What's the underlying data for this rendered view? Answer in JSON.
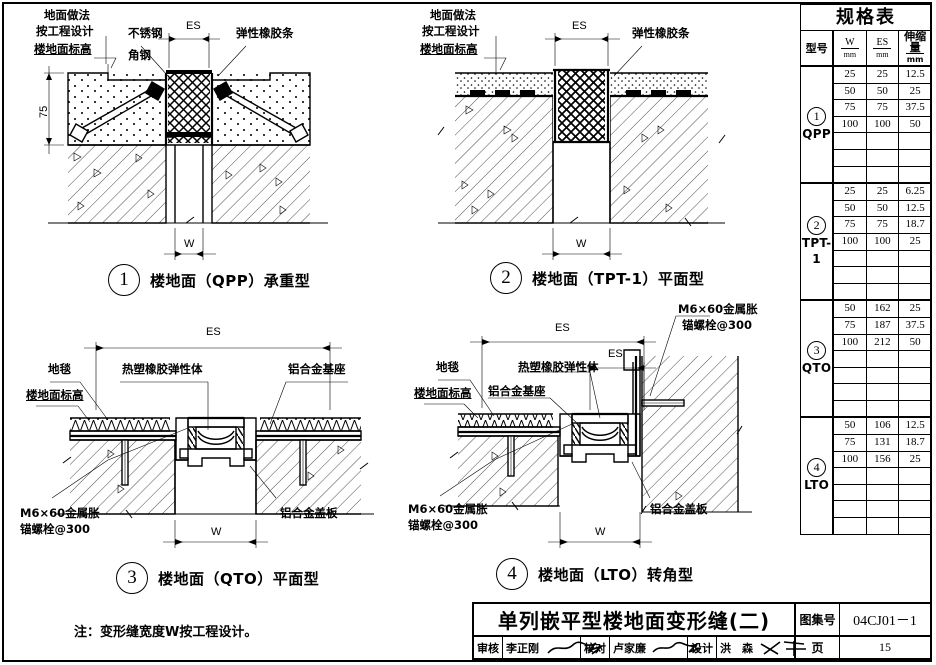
{
  "sheet": {
    "note": "注：变形缝宽度W按工程设计。"
  },
  "details": [
    {
      "number": "1",
      "caption": "楼地面（QPP）承重型",
      "dims": {
        "es": "ES",
        "w": "W",
        "height": "75"
      },
      "labels": [
        "地面做法",
        "按工程设计",
        "楼地面标高",
        "不锈钢",
        "角钢",
        "弹性橡胶条"
      ]
    },
    {
      "number": "2",
      "caption": "楼地面（TPT-1）平面型",
      "dims": {
        "es": "ES",
        "w": "W"
      },
      "labels": [
        "地面做法",
        "按工程设计",
        "楼地面标高",
        "弹性橡胶条"
      ]
    },
    {
      "number": "3",
      "caption": "楼地面（QTO）平面型",
      "dims": {
        "es": "ES",
        "w": "W"
      },
      "labels": [
        "地毯",
        "楼地面标高",
        "热塑橡胶弹性体",
        "铝合金基座",
        "M6×60金属胀",
        "锚螺栓@300",
        "铝合金盖板"
      ]
    },
    {
      "number": "4",
      "caption": "楼地面（LTO）转角型",
      "dims": {
        "es": "ES",
        "es2": "ES",
        "w": "W"
      },
      "labels": [
        "地毯",
        "楼地面标高",
        "热塑橡胶弹性体",
        "铝合金基座",
        "M6×60金属胀",
        "锚螺栓@300",
        "M6×60金属胀",
        "锚螺栓@300",
        "铝合金盖板"
      ]
    }
  ],
  "spec_table": {
    "title": "规格表",
    "headers": {
      "type": "型号",
      "w": "W",
      "w_unit": "mm",
      "es": "ES",
      "es_unit": "mm",
      "travel": "伸缩量",
      "travel_unit": "mm"
    },
    "groups": [
      {
        "index": "1",
        "name": "QPP",
        "rows": [
          {
            "w": "25",
            "es": "25",
            "travel": "12.5"
          },
          {
            "w": "50",
            "es": "50",
            "travel": "25"
          },
          {
            "w": "75",
            "es": "75",
            "travel": "37.5"
          },
          {
            "w": "100",
            "es": "100",
            "travel": "50"
          },
          {
            "w": "",
            "es": "",
            "travel": ""
          },
          {
            "w": "",
            "es": "",
            "travel": ""
          },
          {
            "w": "",
            "es": "",
            "travel": ""
          }
        ]
      },
      {
        "index": "2",
        "name": "TPT-1",
        "rows": [
          {
            "w": "25",
            "es": "25",
            "travel": "6.25"
          },
          {
            "w": "50",
            "es": "50",
            "travel": "12.5"
          },
          {
            "w": "75",
            "es": "75",
            "travel": "18.7"
          },
          {
            "w": "100",
            "es": "100",
            "travel": "25"
          },
          {
            "w": "",
            "es": "",
            "travel": ""
          },
          {
            "w": "",
            "es": "",
            "travel": ""
          },
          {
            "w": "",
            "es": "",
            "travel": ""
          }
        ]
      },
      {
        "index": "3",
        "name": "QTO",
        "rows": [
          {
            "w": "50",
            "es": "162",
            "travel": "25"
          },
          {
            "w": "75",
            "es": "187",
            "travel": "37.5"
          },
          {
            "w": "100",
            "es": "212",
            "travel": "50"
          },
          {
            "w": "",
            "es": "",
            "travel": ""
          },
          {
            "w": "",
            "es": "",
            "travel": ""
          },
          {
            "w": "",
            "es": "",
            "travel": ""
          },
          {
            "w": "",
            "es": "",
            "travel": ""
          }
        ]
      },
      {
        "index": "4",
        "name": "LTO",
        "rows": [
          {
            "w": "50",
            "es": "106",
            "travel": "12.5"
          },
          {
            "w": "75",
            "es": "131",
            "travel": "18.7"
          },
          {
            "w": "100",
            "es": "156",
            "travel": "25"
          },
          {
            "w": "",
            "es": "",
            "travel": ""
          },
          {
            "w": "",
            "es": "",
            "travel": ""
          },
          {
            "w": "",
            "es": "",
            "travel": ""
          },
          {
            "w": "",
            "es": "",
            "travel": ""
          }
        ]
      }
    ]
  },
  "title_block": {
    "drawing_title": "单列嵌平型楼地面变形缝(二)",
    "atlas_no_label": "图集号",
    "atlas_no_value": "04CJ01－1",
    "page_label": "页",
    "page_value": "15",
    "reviewer_label": "审核",
    "reviewer_name": "李正刚",
    "checker_label": "校对",
    "checker_name": "卢家廉",
    "designer_label": "设计",
    "designer_name": "洪　森"
  }
}
